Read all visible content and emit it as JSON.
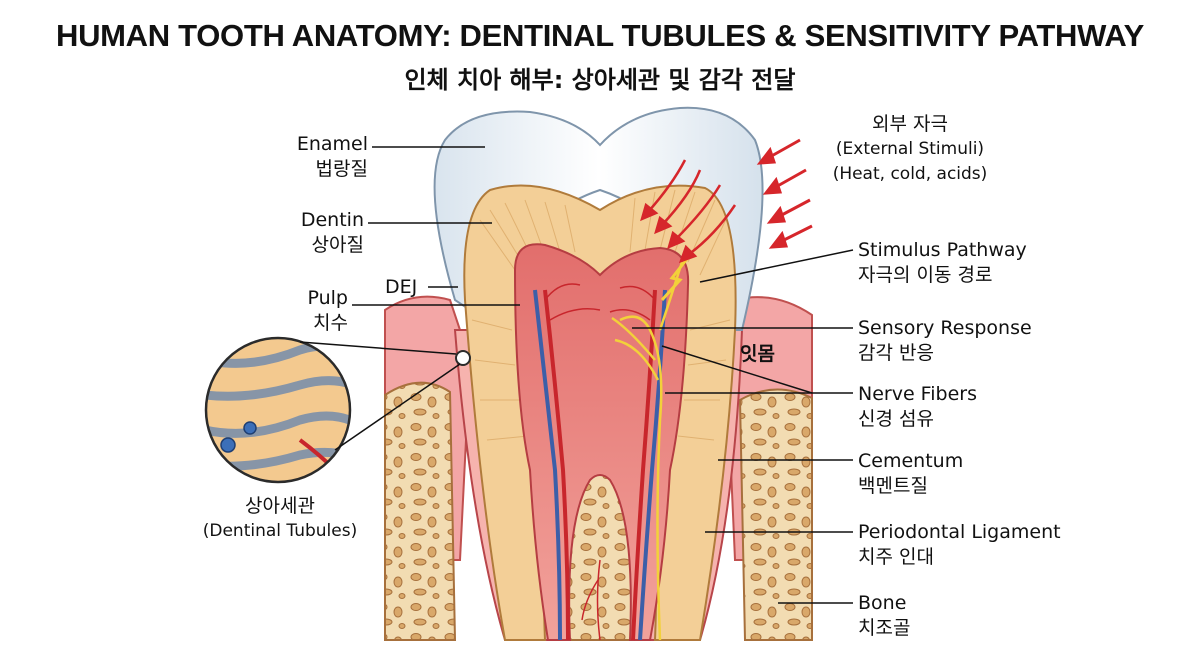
{
  "title": "HUMAN TOOTH ANATOMY: DENTINAL TUBULES & SENSITIVITY PATHWAY",
  "subtitle": "인체 치아 해부: 상아세관 및 감각 전달",
  "labels": {
    "enamel": {
      "en": "Enamel",
      "ko": "법랑질"
    },
    "dentin": {
      "en": "Dentin",
      "ko": "상아질"
    },
    "dej": "DEJ",
    "pulp": {
      "en": "Pulp",
      "ko": "치수"
    },
    "tubules": {
      "ko": "상아세관",
      "en": "(Dentinal Tubules)"
    },
    "stimuli": {
      "ko": "외부 자극",
      "en": "(External Stimuli)",
      "note": "(Heat, cold, acids)"
    },
    "pathway": {
      "en": "Stimulus Pathway",
      "ko": "자극의 이동 경로"
    },
    "response": {
      "en": "Sensory Response",
      "ko": "감각 반응"
    },
    "gum": "잇몸",
    "nerve": {
      "en": "Nerve Fibers",
      "ko": "신경 섬유"
    },
    "cementum": {
      "en": "Cementum",
      "ko": "백멘트질"
    },
    "ligament": {
      "en": "Periodontal Ligament",
      "ko": "치주 인대"
    },
    "bone": {
      "en": "Bone",
      "ko": "치조골"
    }
  },
  "colors": {
    "enamel": "#eef3f8",
    "dentin": "#f3cf97",
    "pulp": "#e77c78",
    "gum": "#f3a6a6",
    "bone": "#f1dcb4",
    "arrow": "#d6262b",
    "nerve": "#f2d13a",
    "vein": "#3c5fa8"
  }
}
